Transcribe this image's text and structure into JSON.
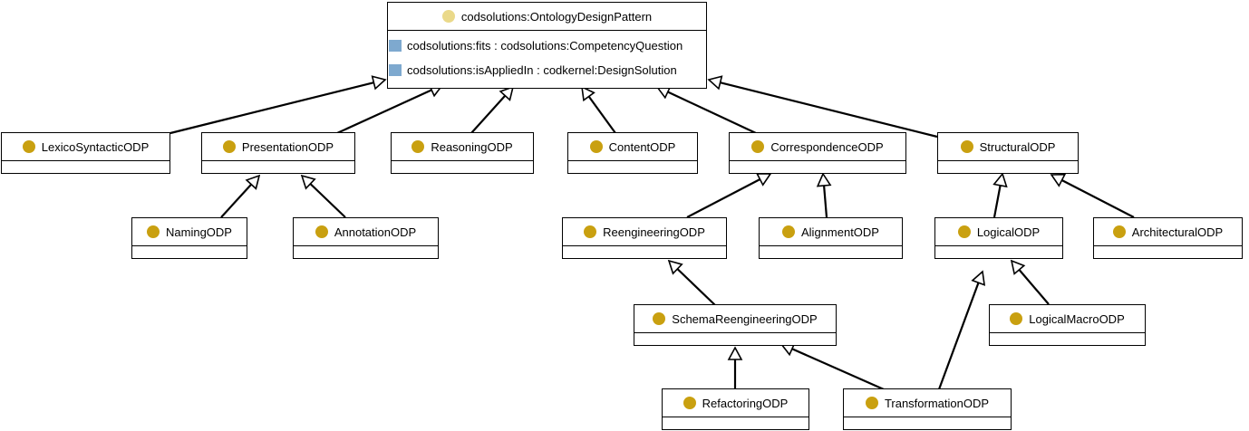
{
  "root": {
    "name": "codsolutions:OntologyDesignPattern",
    "attributes": [
      "codsolutions:fits : codsolutions:CompetencyQuestion",
      "codsolutions:isAppliedIn : codkernel:DesignSolution"
    ]
  },
  "classes": {
    "lexico": "LexicoSyntacticODP",
    "presentation": "PresentationODP",
    "reasoning": "ReasoningODP",
    "content": "ContentODP",
    "correspondence": "CorrespondenceODP",
    "structural": "StructuralODP",
    "naming": "NamingODP",
    "annotation": "AnnotationODP",
    "reengineering": "ReengineeringODP",
    "alignment": "AlignmentODP",
    "logical": "LogicalODP",
    "architectural": "ArchitecturalODP",
    "schema": "SchemaReengineeringODP",
    "logicalmacro": "LogicalMacroODP",
    "refactoring": "RefactoringODP",
    "transformation": "TransformationODP"
  },
  "colors": {
    "class_icon": "#c9a010",
    "root_icon": "#ead98a",
    "attribute_icon": "#7ea9cf"
  }
}
